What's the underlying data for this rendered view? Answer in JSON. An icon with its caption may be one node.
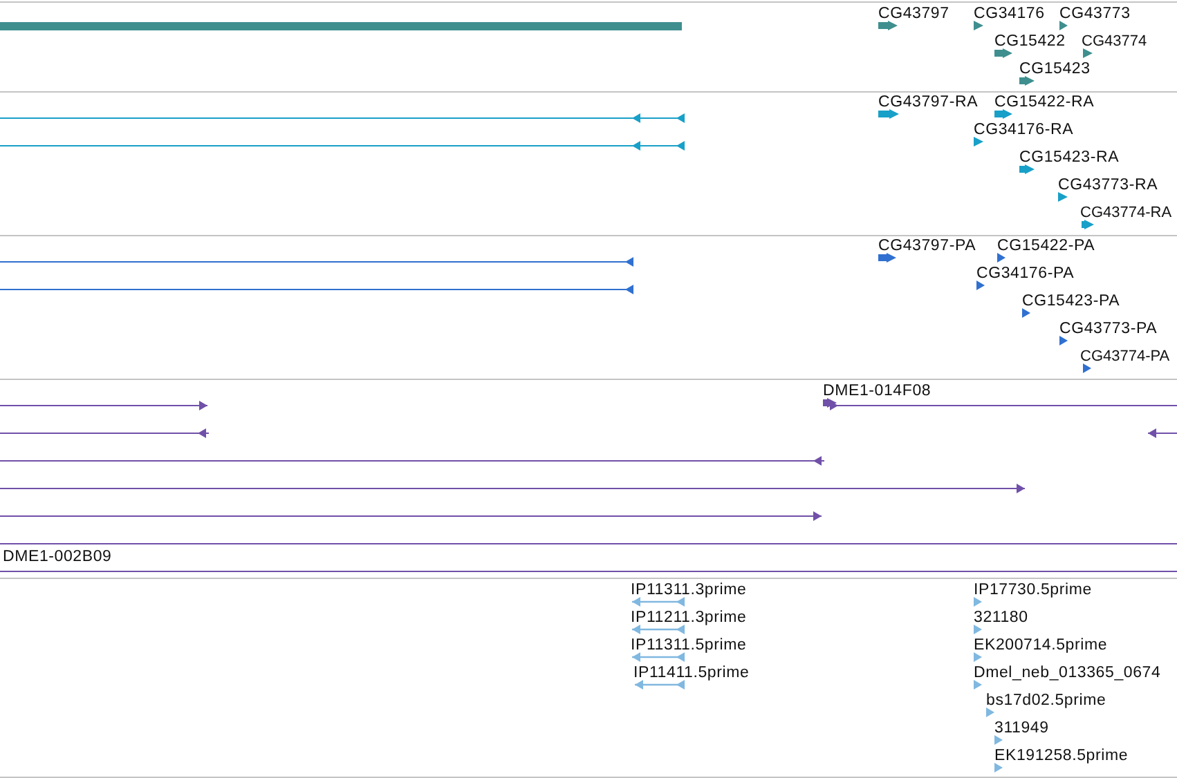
{
  "diagram": {
    "labels": [
      "CG43797",
      "CG34176",
      "CG43773",
      "CG15422",
      "CG43774",
      "CG15423",
      "CG43797-RA",
      "CG15422-RA",
      "CG34176-RA",
      "CG15423-RA",
      "CG43773-RA",
      "CG43774-RA",
      "CG43797-PA",
      "CG15422-PA",
      "CG34176-PA",
      "CG15423-PA",
      "CG43773-PA",
      "CG43774-PA",
      "DME1-014F08",
      "DME1-002B09",
      "IP11311.3prime",
      "IP11211.3prime",
      "IP11311.5prime",
      "IP11411.5prime",
      "IP17730.5prime",
      "321180",
      "EK200714.5prime",
      "Dmel_neb_013365_0674",
      "bs17d02.5prime",
      "311949",
      "EK191258.5prime"
    ]
  }
}
